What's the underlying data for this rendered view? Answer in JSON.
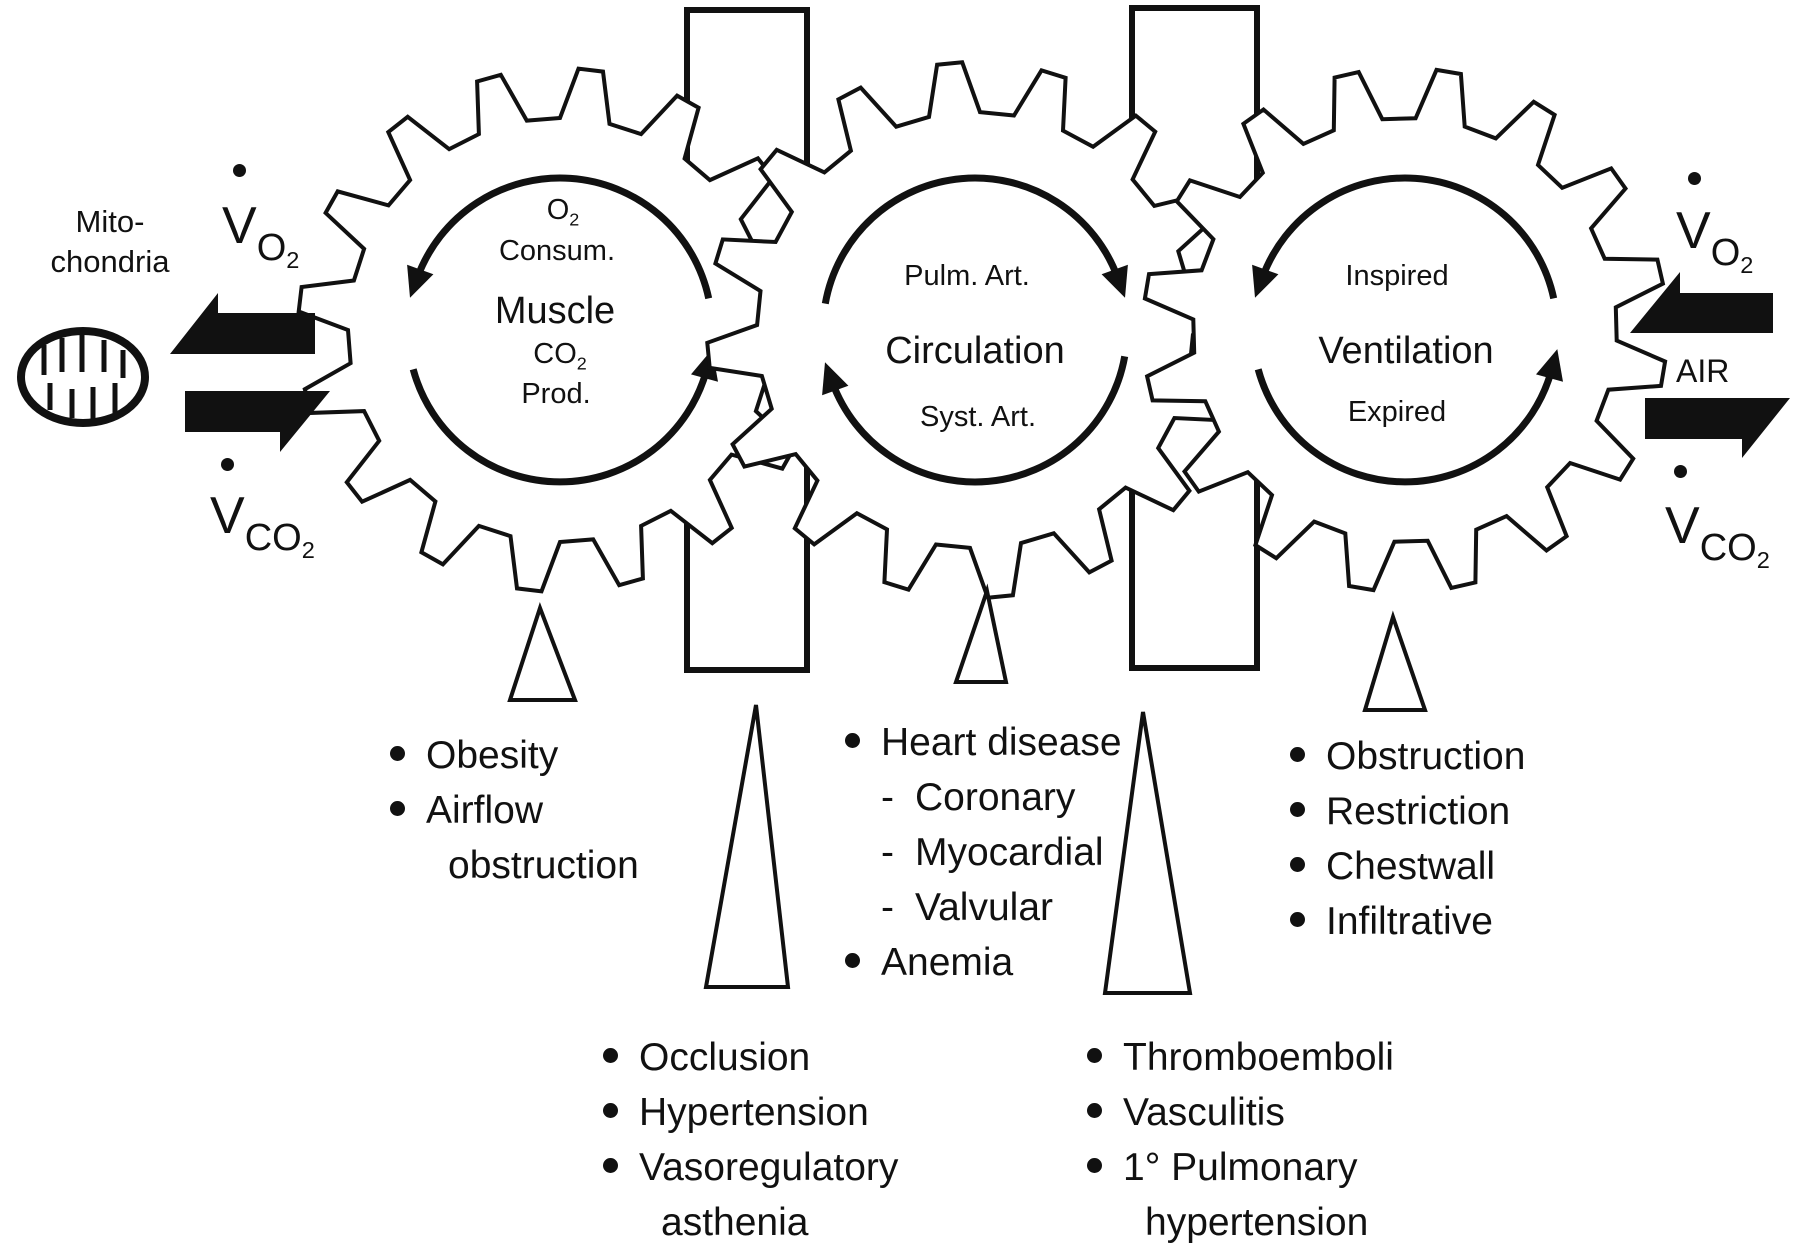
{
  "left_side": {
    "organelle_label_line1": "Mito-",
    "organelle_label_line2": "chondria",
    "organelle_icon": "mitochondrion-icon",
    "vo2": {
      "symbol": "V",
      "subscript": "O",
      "subscript_num": "2"
    },
    "vco2": {
      "symbol": "V",
      "subscript": "CO",
      "subscript_num": "2"
    }
  },
  "right_side": {
    "air_label": "AIR",
    "vo2": {
      "symbol": "V",
      "subscript": "O",
      "subscript_num": "2"
    },
    "vco2": {
      "symbol": "V",
      "subscript": "CO",
      "subscript_num": "2"
    }
  },
  "gears": [
    {
      "id": "muscle",
      "title": "Muscle",
      "top_line1": "O",
      "top_line1_sub": "2",
      "top_line2": "Consum.",
      "bottom_line1": "CO",
      "bottom_line1_sub": "2",
      "bottom_line2": "Prod.",
      "rotation": "counterclockwise"
    },
    {
      "id": "circulation",
      "title": "Circulation",
      "top_label": "Pulm. Art.",
      "bottom_label": "Syst. Art.",
      "rotation": "clockwise"
    },
    {
      "id": "ventilation",
      "title": "Ventilation",
      "top_label": "Inspired",
      "bottom_label": "Expired",
      "rotation": "counterclockwise"
    }
  ],
  "disorders": {
    "muscle": [
      {
        "text": "Obesity",
        "type": "bullet"
      },
      {
        "text": "Airflow",
        "type": "bullet"
      },
      {
        "text": "obstruction",
        "type": "cont"
      }
    ],
    "circulation": [
      {
        "text": "Heart disease",
        "type": "bullet"
      },
      {
        "text": "Coronary",
        "type": "dash"
      },
      {
        "text": "Myocardial",
        "type": "dash"
      },
      {
        "text": "Valvular",
        "type": "dash"
      },
      {
        "text": "Anemia",
        "type": "bullet"
      }
    ],
    "ventilation": [
      {
        "text": "Obstruction",
        "type": "bullet"
      },
      {
        "text": "Restriction",
        "type": "bullet"
      },
      {
        "text": "Chestwall",
        "type": "bullet"
      },
      {
        "text": "Infiltrative",
        "type": "bullet"
      }
    ],
    "peripheral_vessels": [
      {
        "text": "Occlusion",
        "type": "bullet"
      },
      {
        "text": "Hypertension",
        "type": "bullet"
      },
      {
        "text": "Vasoregulatory",
        "type": "bullet"
      },
      {
        "text": "asthenia",
        "type": "cont"
      }
    ],
    "pulmonary_vessels": [
      {
        "text": "Thromboemboli",
        "type": "bullet"
      },
      {
        "text": "Vasculitis",
        "type": "bullet"
      },
      {
        "text": "1° Pulmonary",
        "type": "bullet"
      },
      {
        "text": "hypertension",
        "type": "cont"
      }
    ]
  },
  "dash_char": "-",
  "colors": {
    "ink": "#111111",
    "background": "#ffffff"
  }
}
